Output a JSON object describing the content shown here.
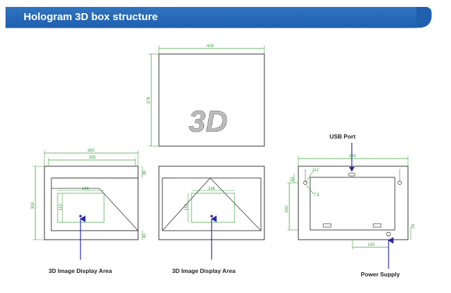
{
  "header": {
    "title": "Hologram 3D box structure"
  },
  "top_view": {
    "width_dim": "428",
    "height_dim": "378",
    "logo_text": "3D"
  },
  "side_view": {
    "top_width_dim": "380",
    "inner_width_dim": "355",
    "height_dim": "300",
    "small_dim_top": "36",
    "small_dim_bottom": "40",
    "display_width_dim": "146",
    "display_height_dim": "110"
  },
  "front_view": {
    "display_width_dim": "146",
    "display_height_dim": "110"
  },
  "back_view": {
    "width_dim": "380",
    "height_dim": "240",
    "left_dim": "62",
    "side_dim": "112",
    "right_dim": "26",
    "bottom_dim": "150",
    "small_dim": "7.5"
  },
  "labels": {
    "display_area_1": "3D Image Display Area",
    "display_area_2": "3D Image Display Area",
    "usb_port": "USB Port",
    "power_supply": "Power Supply"
  },
  "colors": {
    "title_bar": "#2366b8",
    "dimension": "#3aa13a",
    "pointer": "#2a2aa8",
    "outline": "#333333"
  }
}
